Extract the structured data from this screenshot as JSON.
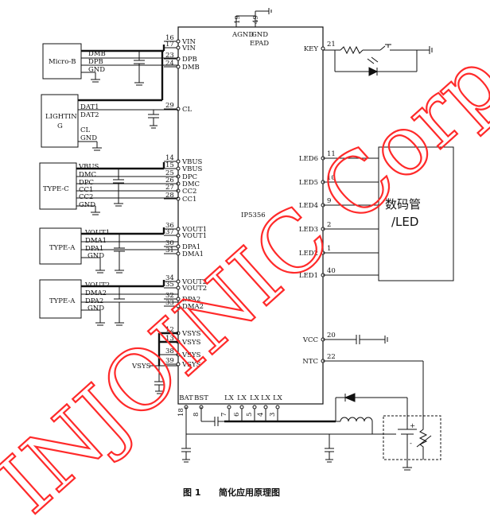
{
  "chip": {
    "name": "IP5356",
    "top_pins": [
      {
        "num": "19",
        "label": "AGND"
      },
      {
        "num": "49",
        "label": "GND"
      }
    ],
    "epad_label": "EPAD",
    "left_pins": [
      {
        "num": "16",
        "label": "VIN"
      },
      {
        "num": "17",
        "label": "VIN"
      },
      {
        "num": "23",
        "label": "DPB"
      },
      {
        "num": "24",
        "label": "DMB"
      },
      {
        "num": "29",
        "label": "CL"
      },
      {
        "num": "14",
        "label": "VBUS"
      },
      {
        "num": "15",
        "label": "VBUS"
      },
      {
        "num": "25",
        "label": "DPC"
      },
      {
        "num": "26",
        "label": "DMC"
      },
      {
        "num": "27",
        "label": "CC2"
      },
      {
        "num": "28",
        "label": "CC1"
      },
      {
        "num": "36",
        "label": "VOUT1"
      },
      {
        "num": "37",
        "label": "VOUT1"
      },
      {
        "num": "30",
        "label": "DPA1"
      },
      {
        "num": "31",
        "label": "DMA1"
      },
      {
        "num": "34",
        "label": "VOUT2"
      },
      {
        "num": "35",
        "label": "VOUT2"
      },
      {
        "num": "32",
        "label": "DPA2"
      },
      {
        "num": "33",
        "label": "DMA2"
      },
      {
        "num": "12",
        "label": "VSYS"
      },
      {
        "num": "13",
        "label": "VSYS"
      },
      {
        "num": "38",
        "label": "VSYS"
      },
      {
        "num": "39",
        "label": "VSYS"
      }
    ],
    "right_pins": [
      {
        "num": "21",
        "label": "KEY"
      },
      {
        "num": "11",
        "label": "LED6"
      },
      {
        "num": "10",
        "label": "LED5"
      },
      {
        "num": "9",
        "label": "LED4"
      },
      {
        "num": "2",
        "label": "LED3"
      },
      {
        "num": "1",
        "label": "LED2"
      },
      {
        "num": "40",
        "label": "LED1"
      },
      {
        "num": "20",
        "label": "VCC"
      },
      {
        "num": "22",
        "label": "NTC"
      }
    ],
    "bottom_pins": [
      {
        "num": "18",
        "label": "BAT"
      },
      {
        "num": "8",
        "label": "BST"
      },
      {
        "num": "7",
        "label": "LX"
      },
      {
        "num": "6",
        "label": "LX"
      },
      {
        "num": "5",
        "label": "LX"
      },
      {
        "num": "4",
        "label": "LX"
      },
      {
        "num": "3",
        "label": "LX"
      }
    ]
  },
  "connectors": {
    "micro_b": {
      "name": "Micro-B",
      "pins": [
        "DMB",
        "DPB",
        "GND"
      ]
    },
    "lightning": {
      "name_line1": "LIGHTIN",
      "name_line2": "G",
      "pins": [
        "DAT1",
        "DAT2",
        "CL",
        "GND"
      ]
    },
    "type_c": {
      "name": "TYPE-C",
      "pins": [
        "VBUS",
        "DMC",
        "DPC",
        "CC1",
        "CC2",
        "GND"
      ]
    },
    "type_a1": {
      "name": "TYPE-A",
      "pins": [
        "VOUT1",
        "DMA1",
        "DPA1",
        "GND"
      ]
    },
    "type_a2": {
      "name": "TYPE-A",
      "pins": [
        "VOUT2",
        "DMA2",
        "DPA2",
        "GND"
      ]
    }
  },
  "vsys_label": "VSYS",
  "display_block": {
    "line1": "数码管",
    "line2": "/LED"
  },
  "battery": {
    "plus": "+",
    "minus": "-"
  },
  "caption": {
    "figure": "图 1",
    "text": "简化应用原理图"
  },
  "watermark": {
    "text": "INJOINIC Corp."
  },
  "colors": {
    "line": "#111111",
    "watermark": "#ff2a2a",
    "ground": "#111111"
  }
}
